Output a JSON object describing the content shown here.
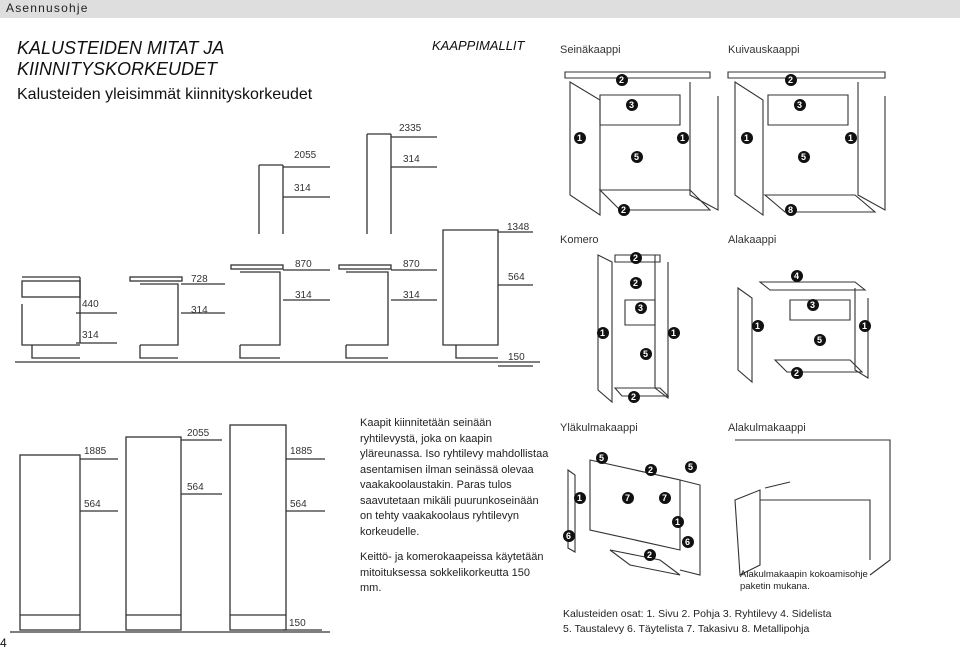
{
  "header": "Asennusohje",
  "title": "KALUSTEIDEN MITAT JA KIINNITYSKORKEUDET",
  "subtitle": "Kalusteiden yleisimmät kiinnityskorkeudet",
  "section_title": "KAAPPIMALLIT",
  "panels": {
    "wall_cabinet": "Seinäkaappi",
    "drying_cabinet": "Kuivauskaappi",
    "tall_cabinet": "Komero",
    "base_cabinet": "Alakaappi",
    "upper_corner": "Yläkulmakaappi",
    "lower_corner": "Alakulmakaappi"
  },
  "dimensions_top": {
    "d2335": "2335",
    "d2055": "2055",
    "d314a": "314",
    "d314b": "314",
    "d1348": "1348",
    "d728": "728",
    "d870a": "870",
    "d870b": "870",
    "d564": "564",
    "d440": "440",
    "d314c": "314",
    "d314d": "314",
    "d314e": "314",
    "d314f": "314",
    "d150": "150"
  },
  "dimensions_bottom": {
    "d1885a": "1885",
    "d2055": "2055",
    "d1885b": "1885",
    "d564a": "564",
    "d564b": "564",
    "d564c": "564",
    "d150": "150"
  },
  "body_paragraph_1": "Kaapit kiinnitetään seinään ryhtilevystä, joka on kaapin yläreunassa. Iso ryhtilevy mahdollistaa asentamisen ilman seinässä olevaa vaakakoolaustakin. Paras tulos saavutetaan mikäli puurunkoseinään on tehty vaakakoolaus ryhtilevyn korkeudelle.",
  "body_paragraph_2": "Keittö- ja komerokaapeissa käytetään mitoituksessa sokkelikorkeutta 150 mm.",
  "corner_note": "Alakulmakaapin kokoamisohje paketin mukana.",
  "parts_line_1": "Kalusteiden osat: 1. Sivu  2. Pohja  3. Ryhtilevy  4. Sidelista",
  "parts_line_2": "5. Taustalevy  6. Täytelista  7. Takasivu  8. Metallipohja",
  "page_number": "4"
}
